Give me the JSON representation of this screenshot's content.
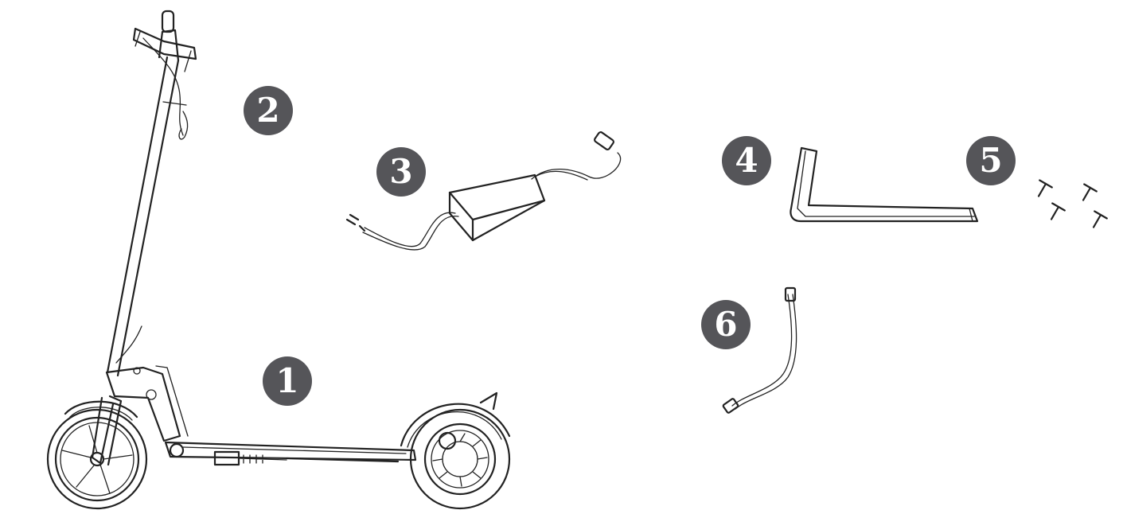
{
  "badge_color": "#555559",
  "line_color": "#222222",
  "items": [
    {
      "label": "1",
      "icon": "scooter-icon"
    },
    {
      "label": "2",
      "icon": "handlebar-icon"
    },
    {
      "label": "3",
      "icon": "charger-icon"
    },
    {
      "label": "4",
      "icon": "allen-key-icon"
    },
    {
      "label": "5",
      "icon": "screws-icon"
    },
    {
      "label": "6",
      "icon": "valve-extension-icon"
    }
  ]
}
